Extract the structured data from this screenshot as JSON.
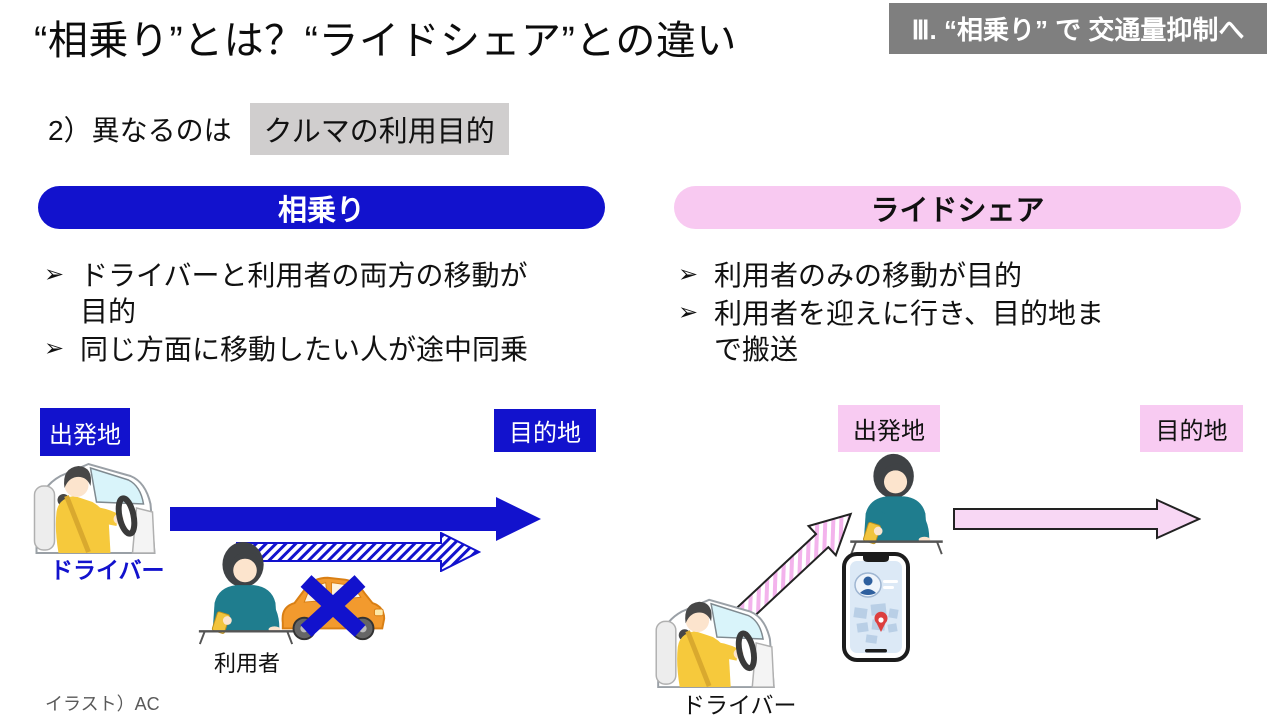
{
  "page": {
    "title": "“相乗り”とは？“ライドシェア”との違い",
    "corner_badge": "Ⅲ. “相乗り” で 交通量抑制へ",
    "subtitle_prefix": "2）異なるのは",
    "subtitle_highlight": "クルマの利用目的",
    "bullet_char": "➢",
    "credit": "イラスト）AC"
  },
  "colors": {
    "blue": "#1212cd",
    "pink": "#f8c9f1",
    "badge-gray": "#7f7f7f",
    "highlight-gray": "#d0cece"
  },
  "left": {
    "header": "相乗り",
    "bullets": [
      "ドライバーと利用者の両方の移動が目的",
      "同じ方面に移動したい人が途中同乗"
    ],
    "origin_label": "出発地",
    "destination_label": "目的地",
    "driver_label": "ドライバー",
    "rider_label": "利用者"
  },
  "right": {
    "header": "ライドシェア",
    "bullets": [
      "利用者のみの移動が目的",
      "利用者を迎えに行き、目的地まで搬送"
    ],
    "origin_label": "出発地",
    "destination_label": "目的地",
    "driver_label": "ドライバー"
  }
}
